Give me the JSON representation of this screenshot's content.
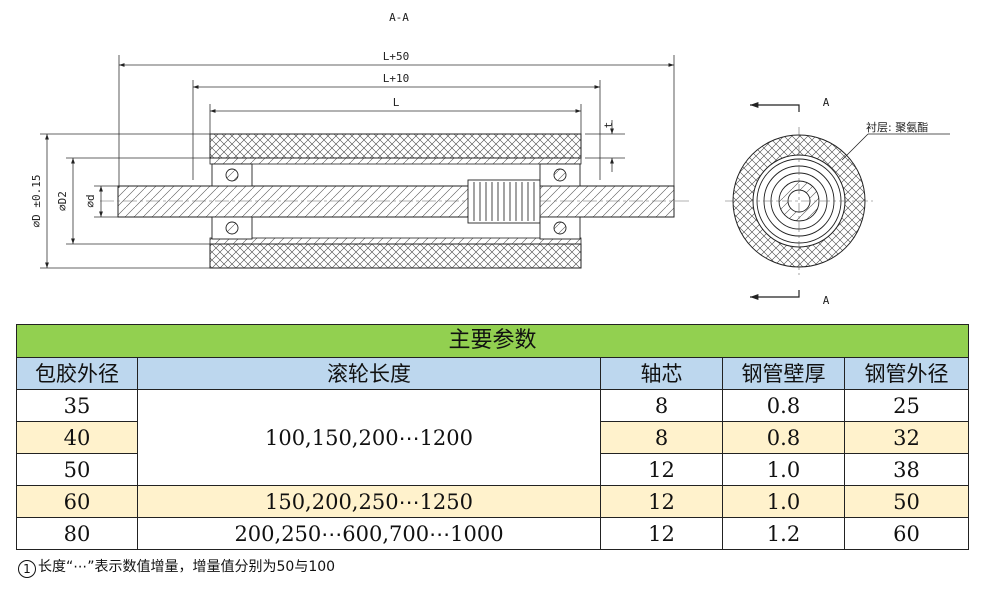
{
  "drawing": {
    "section_title": "A-A",
    "dim_total": "L+50",
    "dim_mid": "L+10",
    "dim_inner": "L",
    "dim_thickness": "t",
    "dim_outer_diameter": "⌀D ±0.15",
    "dim_tube_diameter": "⌀D2",
    "dim_shaft_diameter": "⌀d",
    "section_mark_top": "A",
    "section_mark_bottom": "A",
    "lining_note": "衬层: 聚氨酯"
  },
  "table": {
    "title": "主要参数",
    "headers": [
      "包胶外径",
      "滚轮长度",
      "轴芯",
      "钢管壁厚",
      "钢管外径"
    ],
    "rows": [
      {
        "od": "35",
        "shaft": "8",
        "wall": "0.8",
        "tube": "25"
      },
      {
        "od": "40",
        "shaft": "8",
        "wall": "0.8",
        "tube": "32"
      },
      {
        "od": "50",
        "shaft": "12",
        "wall": "1.0",
        "tube": "38"
      },
      {
        "od": "60",
        "shaft": "12",
        "wall": "1.0",
        "tube": "50"
      },
      {
        "od": "80",
        "shaft": "12",
        "wall": "1.2",
        "tube": "60"
      }
    ],
    "lengths": [
      "100,150,200⋯1200",
      "150,200,250⋯1250",
      "200,250⋯600,700⋯1000"
    ]
  },
  "footnote": {
    "marker": "1",
    "text": "长度“⋯”表示数值增量，增量值分别为50与100"
  },
  "colors": {
    "title_bg": "#92d050",
    "header_bg": "#bdd7ee",
    "alt_row_bg": "#fff2cc"
  }
}
